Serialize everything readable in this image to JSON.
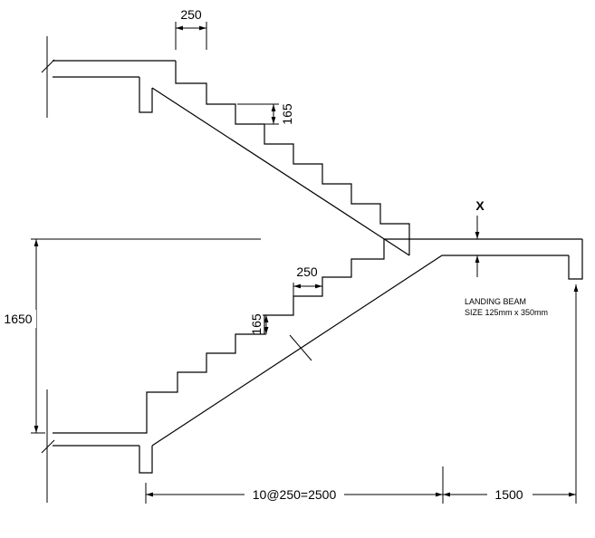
{
  "dimensions": {
    "upper_tread": "250",
    "upper_riser": "165",
    "lower_tread": "250",
    "lower_riser": "165",
    "height": "1650",
    "going_total": "10@250=2500",
    "landing_length": "1500"
  },
  "marker": "X",
  "landing_beam": {
    "line1": "LANDING BEAM",
    "line2": "SIZE 125mm x 350mm"
  }
}
